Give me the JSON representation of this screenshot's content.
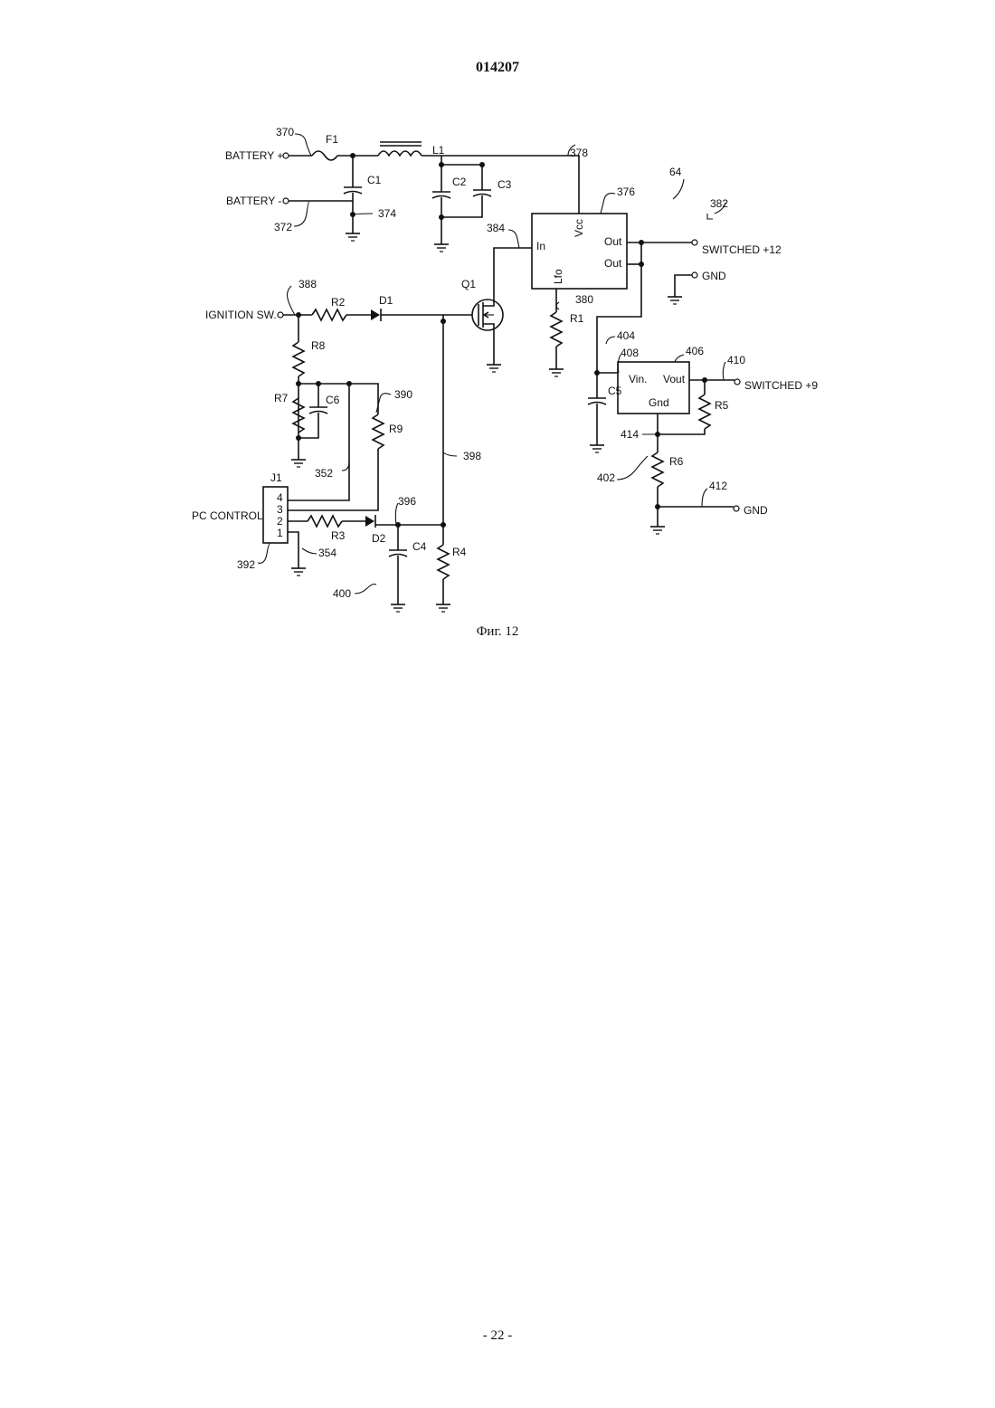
{
  "header": {
    "doc_number": "014207"
  },
  "figure": {
    "caption": "Фиг. 12",
    "labels": {
      "battery_pos": "BATTERY +",
      "battery_neg": "BATTERY -",
      "ignition": "IGNITION SW.",
      "pc_control": "PC CONTROL",
      "switched12": "SWITCHED +12",
      "gnd1": "GND",
      "switched9": "SWITCHED +9",
      "gnd2": "GND",
      "F1": "F1",
      "L1": "L1",
      "C1": "C1",
      "C2": "C2",
      "C3": "C3",
      "C4": "C4",
      "C5": "C5",
      "C6": "C6",
      "R1": "R1",
      "R2": "R2",
      "R3": "R3",
      "R4": "R4",
      "R5": "R5",
      "R6": "R6",
      "R7": "R7",
      "R8": "R8",
      "R9": "R9",
      "D1": "D1",
      "D2": "D2",
      "Q1": "Q1",
      "J1": "J1",
      "pin_in": "In",
      "pin_vcc": "Vcc",
      "pin_out1": "Out",
      "pin_out2": "Out",
      "pin_lfo": "Lfo",
      "pin_vin": "Vin.",
      "pin_vout": "Vout",
      "pin_gnd": "Gnd",
      "j1_p4": "4",
      "j1_p3": "3",
      "j1_p2": "2",
      "j1_p1": "1",
      "n370": "370",
      "n372": "372",
      "n374": "374",
      "n378": "378",
      "n376": "376",
      "n64": "64",
      "n382": "382",
      "n384": "384",
      "n380": "380",
      "n388": "388",
      "n390": "390",
      "n352": "352",
      "n398": "398",
      "n396": "396",
      "n392": "392",
      "n354": "354",
      "n400": "400",
      "n404": "404",
      "n408": "408",
      "n406": "406",
      "n410": "410",
      "n414": "414",
      "n402": "402",
      "n412": "412"
    }
  },
  "footer": {
    "page": "- 22 -"
  }
}
